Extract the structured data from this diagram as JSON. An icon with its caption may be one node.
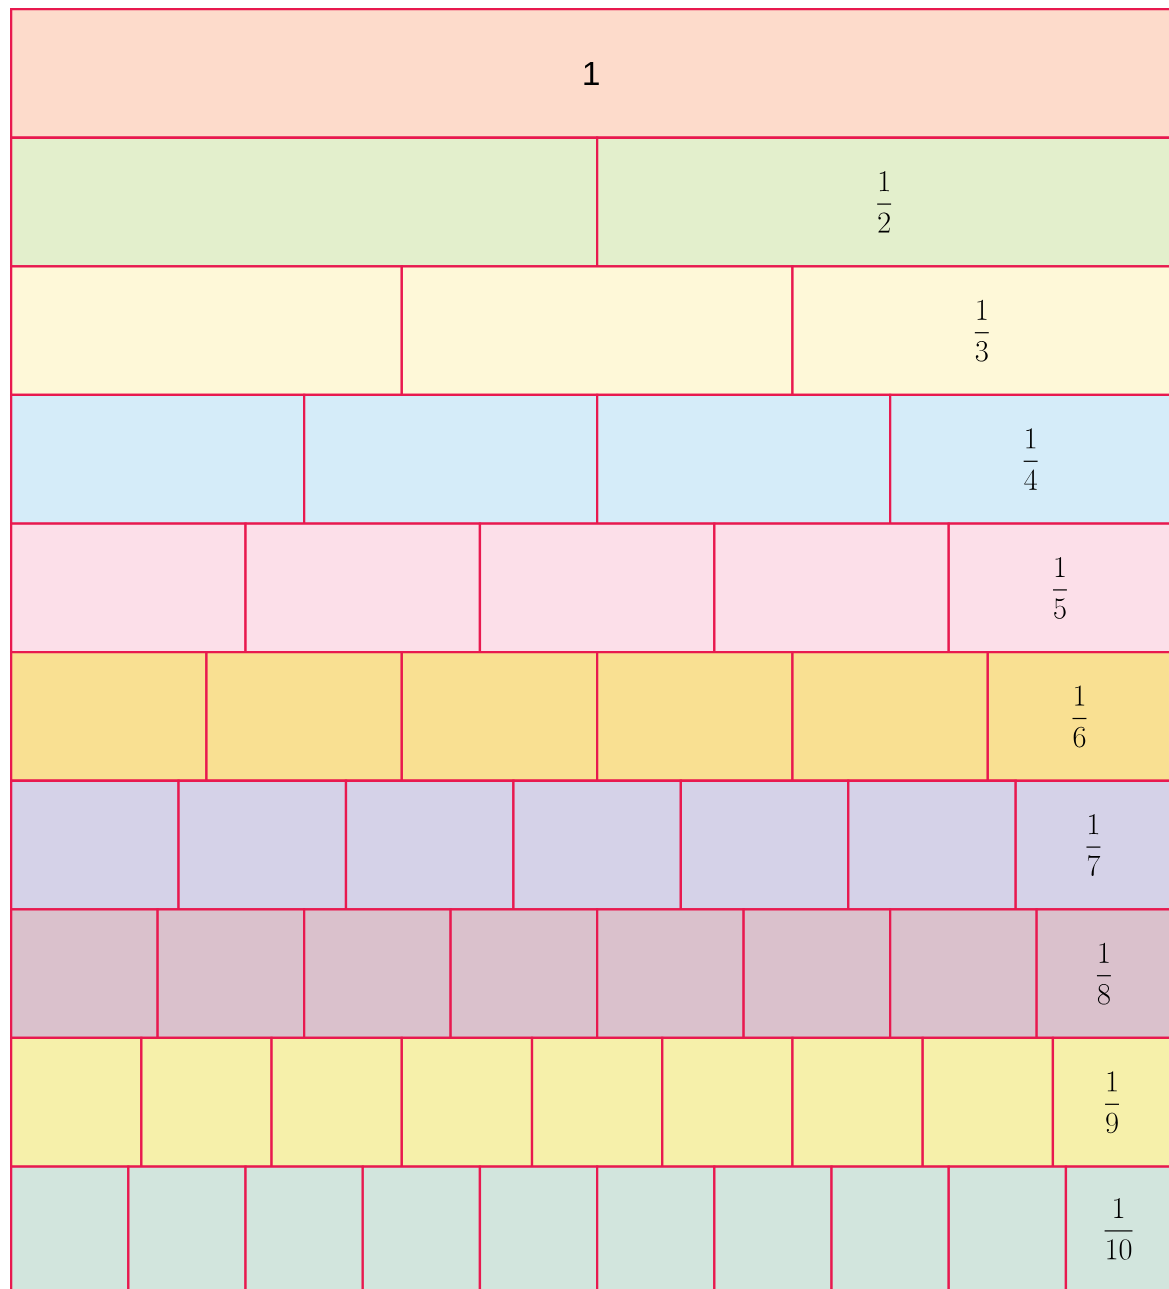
{
  "diagram": {
    "nodes": [
      {
        "text": [
          "1"
        ]
      },
      {
        "text": [],
        "shape": "box"
      },
      {
        "text": [
          "\\frac{1}{2}"
        ]
      },
      {
        "text": [],
        "shape": "box"
      },
      {
        "text": [],
        "shape": "box"
      },
      {
        "text": [
          "\\frac{1}{3}"
        ]
      },
      {
        "text": [],
        "shape": "box"
      },
      {
        "text": [],
        "shape": "box"
      },
      {
        "text": [],
        "shape": "box"
      },
      {
        "text": [
          "\\frac{1}{4}"
        ]
      },
      {
        "text": [],
        "shape": "box"
      },
      {
        "text": [],
        "shape": "box"
      },
      {
        "text": [],
        "shape": "box"
      },
      {
        "text": [],
        "shape": "box"
      },
      {
        "text": [
          "\\frac{1}{5}"
        ]
      },
      {
        "text": [],
        "shape": "box"
      },
      {
        "text": [],
        "shape": "box"
      },
      {
        "text": [],
        "shape": "box"
      },
      {
        "text": [],
        "shape": "box"
      },
      {
        "text": [],
        "shape": "box"
      },
      {
        "text": [
          "\\frac{1}{6}"
        ]
      },
      {
        "text": [],
        "shape": "box"
      },
      {
        "text": [],
        "shape": "box"
      },
      {
        "text": [],
        "shape": "box"
      },
      {
        "text": [],
        "shape": "box"
      },
      {
        "text": [],
        "shape": "box"
      },
      {
        "text": [],
        "shape": "box"
      },
      {
        "text": [
          "\\frac{1}{7}"
        ]
      },
      {
        "text": [],
        "shape": "box"
      },
      {
        "text": [],
        "shape": "box"
      },
      {
        "text": [],
        "shape": "box"
      },
      {
        "text": [],
        "shape": "box"
      },
      {
        "text": [],
        "shape": "box"
      },
      {
        "text": [],
        "shape": "box"
      },
      {
        "text": [],
        "shape": "box"
      },
      {
        "text": [
          "\\frac{1}{8}"
        ]
      },
      {
        "text": [],
        "shape": "box"
      },
      {
        "text": [],
        "shape": "box"
      },
      {
        "text": [],
        "shape": "box"
      },
      {
        "text": [],
        "shape": "box"
      },
      {
        "text": [],
        "shape": "box"
      },
      {
        "text": [],
        "shape": "box"
      },
      {
        "text": [],
        "shape": "box"
      },
      {
        "text": [],
        "shape": "box"
      },
      {
        "text": [
          "\\frac{1}{9}"
        ]
      },
      {
        "text": [],
        "shape": "box"
      },
      {
        "text": [],
        "shape": "box"
      },
      {
        "text": [],
        "shape": "box"
      },
      {
        "text": [],
        "shape": "box"
      },
      {
        "text": [],
        "shape": "box"
      },
      {
        "text": [],
        "shape": "box"
      },
      {
        "text": [],
        "shape": "box"
      },
      {
        "text": [],
        "shape": "box"
      },
      {
        "text": [],
        "shape": "box"
      },
      {
        "text": [
          "\\frac{1}{10}"
        ]
      }
    ]
  }
}
